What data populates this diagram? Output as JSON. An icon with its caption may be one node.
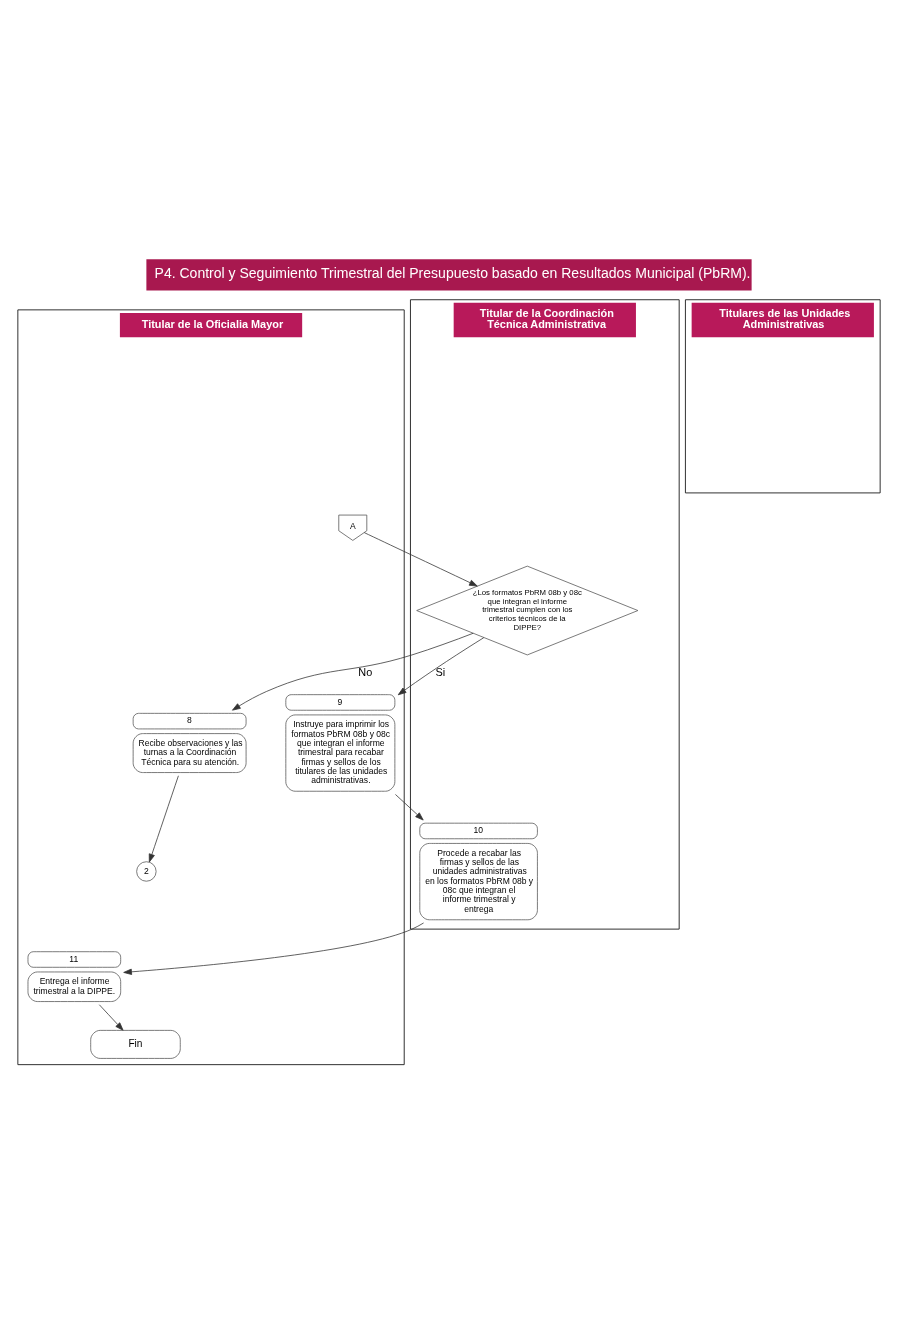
{
  "diagram": {
    "title": "P4. Control y Seguimiento Trimestral del Presupuesto basado en Resultados Municipal (PbRM).",
    "nodes": [
      {
        "text": [
          "Titular de la Oficialia Mayor"
        ]
      },
      {
        "text": [
          "Titular de la Coordinación Técnica Administrativa"
        ]
      },
      {
        "text": [
          "Titulares de las Unidades Administrativas"
        ]
      },
      {
        "text": [
          "A"
        ],
        "in": 0
      },
      {
        "text": [
          "¿Los formatos PbRM 08b y 08c que integran el informe trimestral cumplen con los criterios técnicos de la DIPPE?"
        ],
        "in": 1
      },
      {
        "text": [
          "Recibe observaciones y las turnas a la Coordinación Técnica para su atención."
        ],
        "beside": [
          "8"
        ],
        "in": 0
      },
      {
        "text": [
          "2"
        ],
        "in": 0
      },
      {
        "text": [
          "Instruye para imprimir los formatos PbRM 08b y 08c que integran el informe trimestral para recabar firmas y sellos de los titulares de las unidades administrativas."
        ],
        "beside": [
          "9"
        ],
        "in": 0
      },
      {
        "text": [
          "Procede a recabar las firmas y sellos de las unidades administrativas en los formatos PbRM 08b y 08c que integran el informe trimestral y entrega"
        ],
        "beside": [
          "10"
        ],
        "in": 1
      },
      {
        "text": [
          "Entrega el informe trimestral a la DIPPE."
        ],
        "beside": [
          "11"
        ],
        "in": 0
      },
      {
        "text": [
          "Fin"
        ],
        "in": 0
      }
    ],
    "edges": [
      {
        "from": 3,
        "to": 4,
        "arrow": "to"
      },
      {
        "from": 4,
        "to": 5,
        "arrow": "to",
        "label": "No"
      },
      {
        "from": 5,
        "to": 6,
        "arrow": "to"
      },
      {
        "from": 4,
        "to": 7,
        "arrow": "to",
        "label": "Si"
      },
      {
        "from": 7,
        "to": 8,
        "arrow": "to"
      },
      {
        "from": 8,
        "to": 9,
        "arrow": "to"
      },
      {
        "from": 9,
        "to": 10,
        "arrow": "to"
      }
    ]
  }
}
